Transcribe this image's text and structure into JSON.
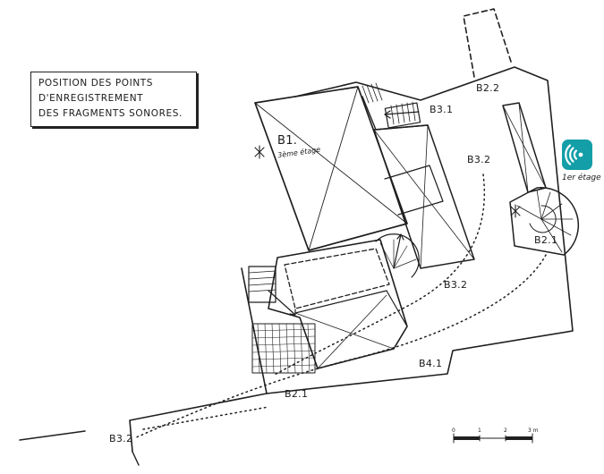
{
  "legend": {
    "lines": [
      "POSITION DES POINTS",
      "D'ENREGISTREMENT",
      "DES FRAGMENTS SONORES."
    ]
  },
  "labels": {
    "b1": "B1.",
    "b1_floor": "3ème étage",
    "b31": "B3.1",
    "b22": "B2.2",
    "b32_top": "B3.2",
    "b32_mid": "B3.2",
    "b32_bottom": "B3.2",
    "b21_right": "B2.1",
    "b21_floor": "1er étage",
    "b41": "B4.1",
    "b21_bottom": "B2.1"
  },
  "scale": {
    "ticks": [
      "0",
      "1",
      "2",
      "3 m"
    ]
  },
  "icons": {
    "sound_badge": "sound-waves-icon",
    "badge_color": "#139ea8"
  }
}
